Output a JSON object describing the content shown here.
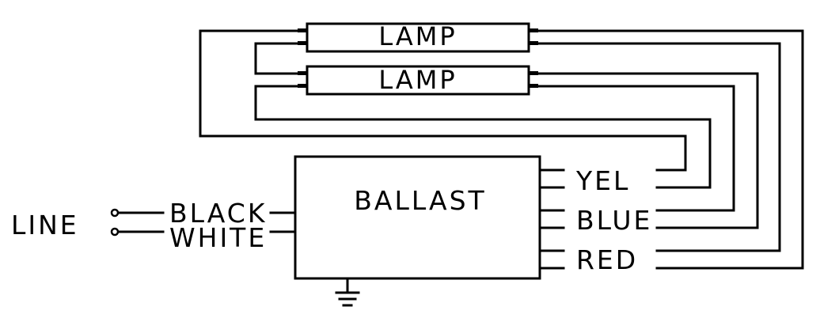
{
  "diagram": {
    "lamps": [
      {
        "label": "LAMP"
      },
      {
        "label": "LAMP"
      }
    ],
    "ballast": {
      "label": "BALLAST"
    },
    "line": {
      "label": "LINE"
    },
    "input_wires": [
      {
        "label": "BLACK"
      },
      {
        "label": "WHITE"
      }
    ],
    "output_wires": [
      {
        "label": "YEL"
      },
      {
        "label": "BLUE"
      },
      {
        "label": "RED"
      }
    ]
  }
}
